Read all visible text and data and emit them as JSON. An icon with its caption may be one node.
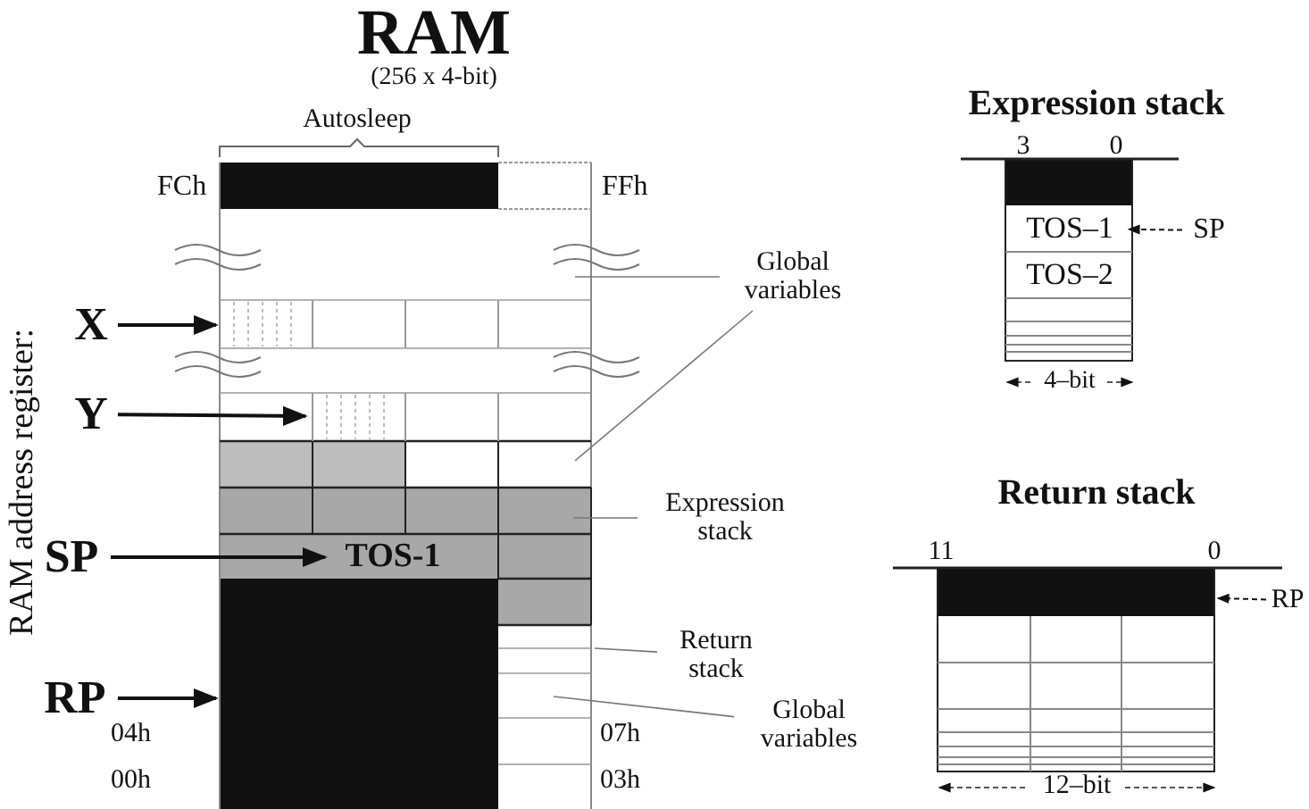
{
  "diagram": {
    "title": "RAM",
    "nodes": [
      {
        "text": [
          "X"
        ]
      },
      {
        "text": [
          "Y"
        ]
      },
      {
        "text": [
          "SP"
        ]
      },
      {
        "text": [
          "RP"
        ]
      },
      {
        "text": [
          "TOS-1"
        ]
      },
      {
        "text": [
          "Global variables"
        ]
      },
      {
        "text": [
          "Expression stack"
        ]
      },
      {
        "text": [
          "Return stack"
        ]
      },
      {
        "text": [
          "Global variables"
        ]
      },
      {
        "text": [
          "TOS–1"
        ]
      },
      {
        "text": [
          "TOS–2"
        ]
      },
      {
        "text": [
          "SP"
        ]
      },
      {
        "text": [
          "RP"
        ]
      }
    ],
    "edges": [
      {
        "from": 0,
        "to": null,
        "arrow": "to"
      },
      {
        "from": 1,
        "to": null,
        "arrow": "to"
      },
      {
        "from": 2,
        "to": 4,
        "arrow": "to"
      },
      {
        "from": 3,
        "to": null,
        "arrow": "to"
      },
      {
        "from": 5,
        "to": null,
        "arrow": "none",
        "color": "#777777"
      },
      {
        "from": 5,
        "to": null,
        "arrow": "none",
        "color": "#777777"
      },
      {
        "from": 6,
        "to": null,
        "arrow": "none",
        "color": "#777777"
      },
      {
        "from": 7,
        "to": null,
        "arrow": "none",
        "color": "#777777"
      },
      {
        "from": 8,
        "to": null,
        "arrow": "none",
        "color": "#777777"
      },
      {
        "from": 11,
        "to": 9,
        "arrow": "to",
        "style": "dashed"
      },
      {
        "from": 12,
        "to": null,
        "arrow": "to",
        "style": "dashed"
      }
    ],
    "labels": [
      "(256 x 4-bit)",
      "Autosleep",
      "FCh",
      "FFh",
      "RAM address register:",
      "04h",
      "07h",
      "00h",
      "03h",
      "Expression stack",
      "3",
      "0",
      "4–bit",
      "Return stack",
      "11",
      "0",
      "12–bit"
    ]
  }
}
